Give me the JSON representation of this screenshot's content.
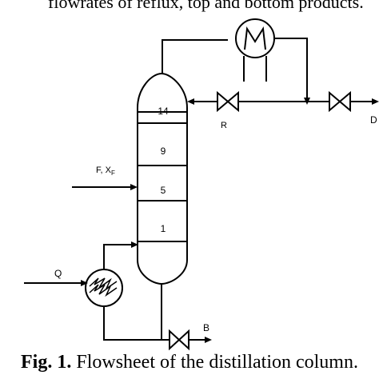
{
  "header": {
    "text": "flowrates of reflux, top and bottom products."
  },
  "diagram": {
    "tray_labels": [
      "14",
      "9",
      "5",
      "1"
    ],
    "feed_label": "F, X",
    "feed_subscript": "F",
    "heat_label": "Q",
    "reflux_label": "R",
    "distillate_label": "D",
    "bottoms_label": "B"
  },
  "caption": {
    "prefix": "Fig. 1.",
    "text": "Flowsheet of the distillation column."
  }
}
